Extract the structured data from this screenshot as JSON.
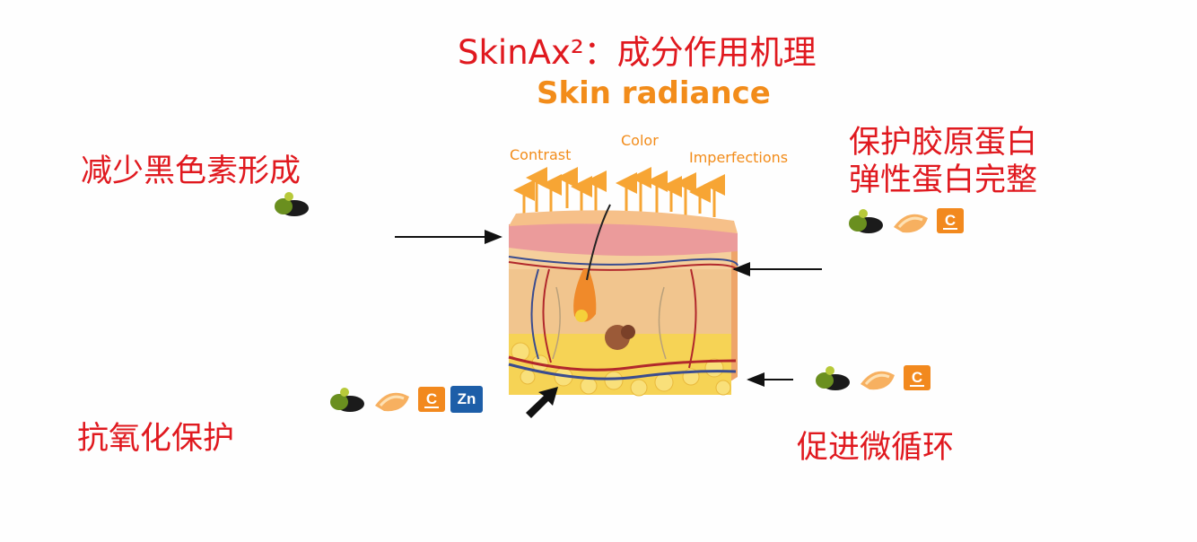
{
  "title": "SkinAx²：成分作用机理",
  "subtitle": "Skin radiance",
  "effects": {
    "contrast": "Contrast",
    "color": "Color",
    "imperfections": "Imperfections"
  },
  "labels": {
    "melanin": "减少黑色素形成",
    "collagen_line1": "保护胶原蛋白",
    "collagen_line2": "弹性蛋白完整",
    "antioxidant": "抗氧化保护",
    "microcirculation": "促进微循环"
  },
  "badges": {
    "vitamin_c": "C",
    "zinc": "Zn"
  },
  "icons": [
    "olive-extract-icon",
    "melon-icon",
    "vitamin-c-badge",
    "zinc-badge"
  ],
  "colors": {
    "label_red": "#e0191f",
    "accent_orange": "#f28c1a",
    "zinc_blue": "#1d5ea8"
  }
}
